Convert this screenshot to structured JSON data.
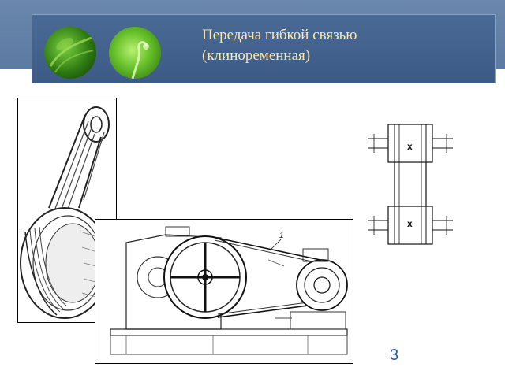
{
  "slide": {
    "title_line1": "Передача гибкой связью",
    "title_line2": "(клиноременная)",
    "page_number": "3"
  },
  "schematic": {
    "upper_marker": "x",
    "lower_marker": "x"
  },
  "drawing": {
    "callout_label": "1"
  },
  "colors": {
    "band": "#5c7aa2",
    "header": "#3c5a86",
    "title_text": "#ffe8a0",
    "page_number": "#2b5aa6"
  }
}
